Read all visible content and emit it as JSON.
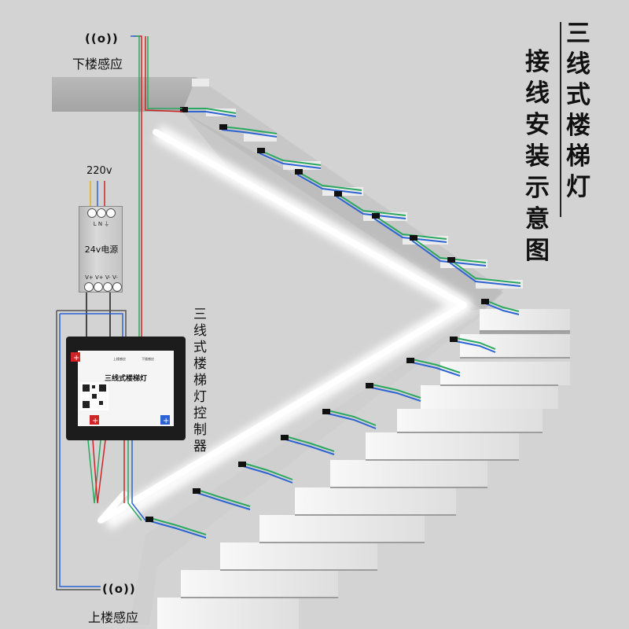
{
  "title": {
    "column1": [
      "三",
      "线",
      "式",
      "楼",
      "梯",
      "灯"
    ],
    "column2": [
      "接",
      "线",
      "安",
      "装",
      "示",
      "意",
      "图"
    ]
  },
  "sensors": {
    "downstairs": {
      "symbol": "((o))",
      "label": "下楼感应"
    },
    "upstairs": {
      "symbol": "((o))",
      "label": "上楼感应"
    }
  },
  "power_supply": {
    "input_label": "220v",
    "name": "24v电源",
    "input_pins": "L  N  ⏚",
    "output_pins": "V+ V+ V-  V-"
  },
  "controller": {
    "side_label": [
      "三",
      "线",
      "式",
      "楼",
      "梯",
      "灯",
      "控",
      "制",
      "器"
    ],
    "device_title": "三线式楼梯灯",
    "terminal_labels": [
      "上楼感应",
      "下楼感应"
    ],
    "wire_colors": {
      "red": "#d02525",
      "black": "#1a1a1a",
      "blue": "#2e63d3",
      "yellow": "#e0b020",
      "green": "#2aa860",
      "white": "#f4f4f4"
    }
  }
}
